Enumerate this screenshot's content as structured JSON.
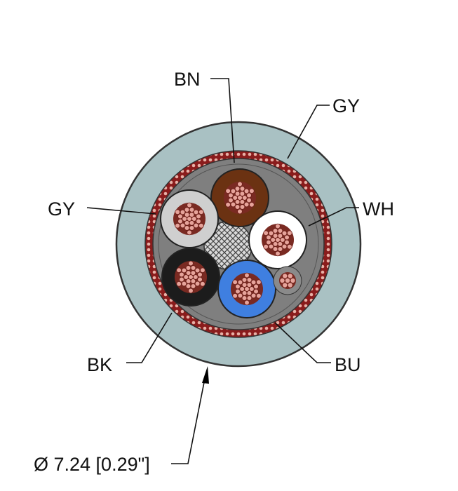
{
  "labels": {
    "conductor_top": "BN",
    "jacket": "GY",
    "conductor_left": "GY",
    "conductor_right": "WH",
    "conductor_bottom_left": "BK",
    "conductor_bottom_right": "BU",
    "diameter": "Ø 7.24 [0.29\"]"
  },
  "colors": {
    "jacket": "#a9c1c3",
    "jacket_edge": "#3a3a3a",
    "shield_braid": "#8a1c1c",
    "filler": "#7f7f7f",
    "brown": "#6b3212",
    "gray": "#cfcfcf",
    "white": "#ffffff",
    "black": "#1c1c1c",
    "blue": "#3f7fe0",
    "copper": "#e6a39a",
    "center_filler": "#d9d9d9"
  },
  "icons": {
    "diameter_arrow": "arrow-up-icon"
  }
}
